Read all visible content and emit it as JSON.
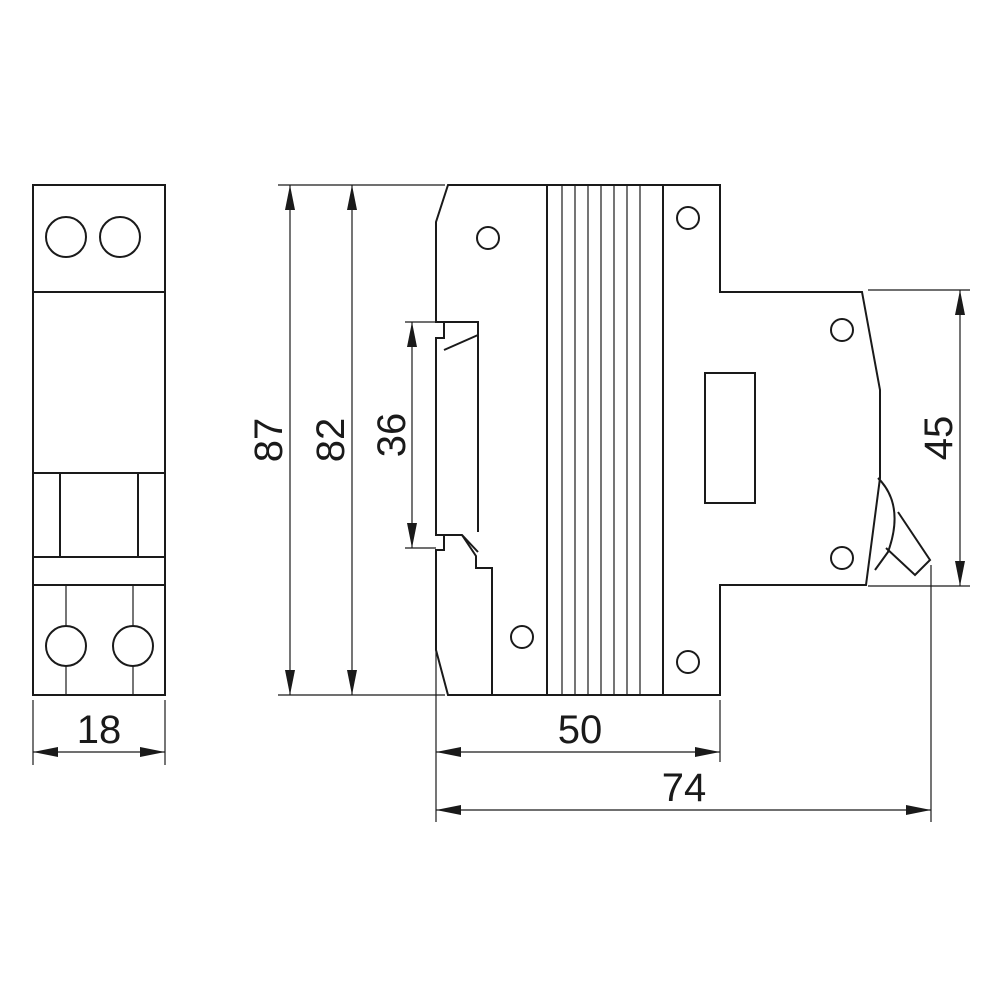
{
  "dimensions": {
    "front_width": "18",
    "overall_height": "87",
    "body_height": "82",
    "rail_height": "36",
    "body_depth": "50",
    "overall_depth": "74",
    "lever_zone_height": "45"
  },
  "colors": {
    "line": "#1a1a1a",
    "background": "#ffffff"
  }
}
